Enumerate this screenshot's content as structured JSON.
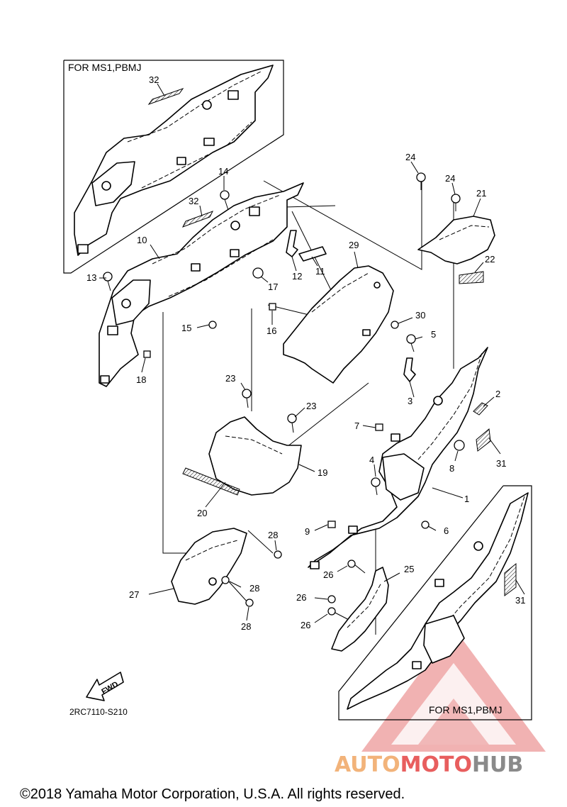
{
  "box_labels": {
    "top_left": "FOR MS1,PBMJ",
    "bottom_right": "FOR MS1,PBMJ"
  },
  "fwd_label": "FWD",
  "diagram_code": "2RC7110-S210",
  "copyright": "©2018 Yamaha Motor Corporation, U.S.A. All rights reserved.",
  "watermark": {
    "word_1": "AUTO",
    "word_2": "MOTO",
    "word_3": "HUB",
    "color_1": "#f2b37a",
    "color_2": "#e85e5e",
    "color_3": "#8a8a8a"
  },
  "callouts": {
    "c32a": "32",
    "c14": "14",
    "c32b": "32",
    "c10": "10",
    "c13": "13",
    "c12": "12",
    "c11": "11",
    "c17": "17",
    "c15": "15",
    "c16": "16",
    "c18": "18",
    "c29": "29",
    "c30": "30",
    "c24a": "24",
    "c24b": "24",
    "c21": "21",
    "c22": "22",
    "c5": "5",
    "c2": "2",
    "c3": "3",
    "c31a": "31",
    "c8": "8",
    "c7": "7",
    "c23a": "23",
    "c23b": "23",
    "c19": "19",
    "c20": "20",
    "c4": "4",
    "c1": "1",
    "c9": "9",
    "c6": "6",
    "c28a": "28",
    "c28b": "28",
    "c28c": "28",
    "c27": "27",
    "c26a": "26",
    "c25": "25",
    "c26b": "26",
    "c26c": "26",
    "c31b": "31"
  }
}
